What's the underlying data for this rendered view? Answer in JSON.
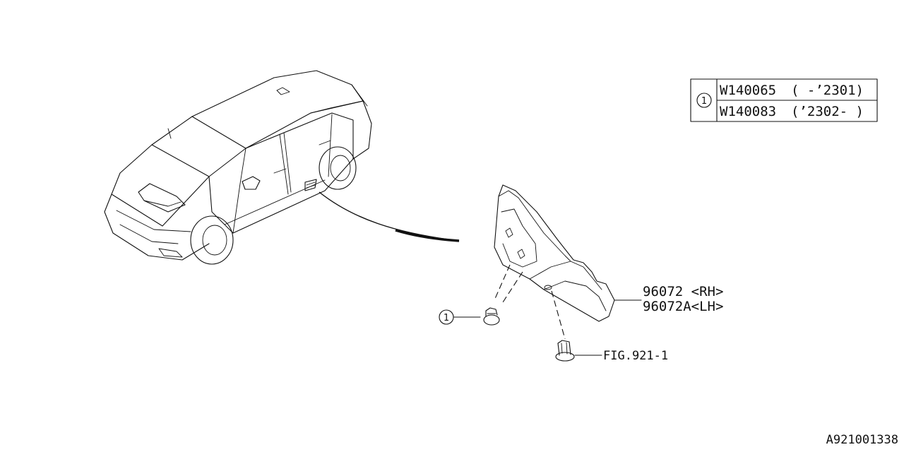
{
  "callout_table": {
    "ref": "1",
    "rows": [
      {
        "part": "W140065",
        "range": "(  -’2301)"
      },
      {
        "part": "W140083",
        "range": "(’2302-  )"
      }
    ]
  },
  "parts": {
    "bolt_ref": "1",
    "protector_rh": "96072 <RH>",
    "protector_lh": "96072A<LH>",
    "clip_fig": "FIG.921-1"
  },
  "diagram_id": "A921001338"
}
